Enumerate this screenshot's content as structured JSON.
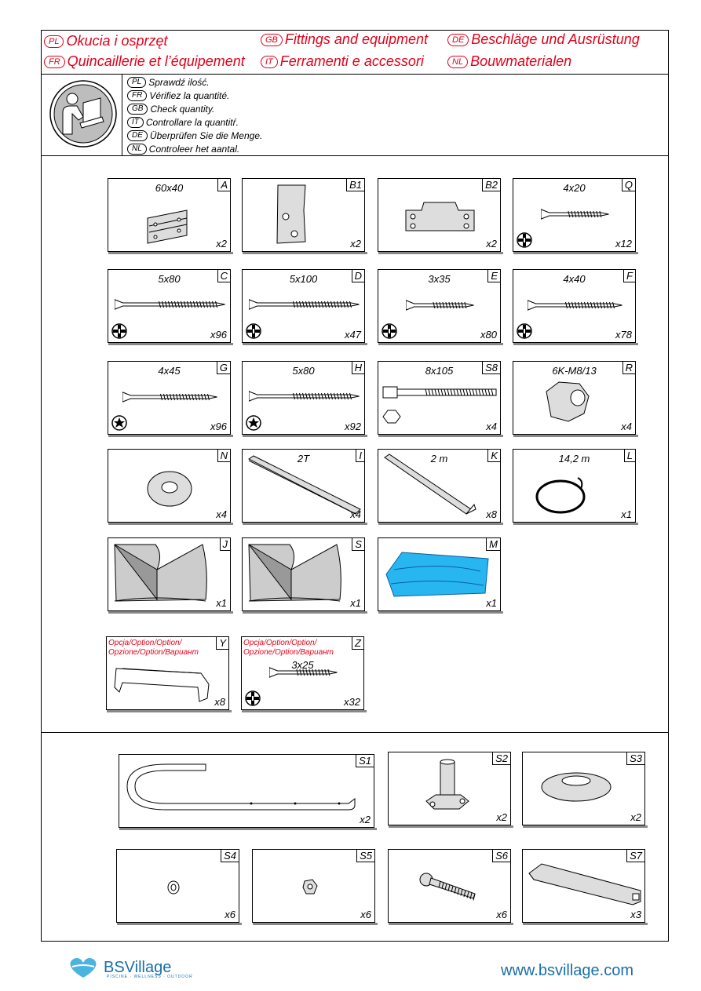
{
  "header": {
    "titles": [
      {
        "lang": "PL",
        "text": "Okucia i osprzęt"
      },
      {
        "lang": "GB",
        "text": "Fittings and equipment"
      },
      {
        "lang": "DE",
        "text": "Beschläge und Ausrüstung"
      },
      {
        "lang": "FR",
        "text": "Quincaillerie et l’équipement"
      },
      {
        "lang": "IT",
        "text": "Ferramenti e accessori"
      },
      {
        "lang": "NL",
        "text": "Bouwmaterialen"
      }
    ]
  },
  "check": [
    {
      "lang": "PL",
      "text": "Sprawdź ilość."
    },
    {
      "lang": "FR",
      "text": "Vérifiez la quantité."
    },
    {
      "lang": "GB",
      "text": "Check quantity."
    },
    {
      "lang": "IT",
      "text": "Controllare la quantitŕ."
    },
    {
      "lang": "DE",
      "text": "Überprüfen Sie die Menge."
    },
    {
      "lang": "NL",
      "text": "Controleer het aantal."
    }
  ],
  "parts": [
    {
      "id": "A",
      "size": "60x40",
      "qty": "x2",
      "art": "hinge"
    },
    {
      "id": "B1",
      "size": "",
      "qty": "x2",
      "art": "plate"
    },
    {
      "id": "B2",
      "size": "",
      "qty": "x2",
      "art": "bracket"
    },
    {
      "id": "Q",
      "size": "4x20",
      "qty": "x12",
      "art": "screw-short",
      "head": "phillips-icon"
    },
    {
      "id": "C",
      "size": "5x80",
      "qty": "x96",
      "art": "screw-long",
      "head": "phillips-icon"
    },
    {
      "id": "D",
      "size": "5x100",
      "qty": "x47",
      "art": "screw-long",
      "head": "phillips-icon"
    },
    {
      "id": "E",
      "size": "3x35",
      "qty": "x80",
      "art": "screw-short",
      "head": "phillips-icon"
    },
    {
      "id": "F",
      "size": "4x40",
      "qty": "x78",
      "art": "screw-mid",
      "head": "phillips-icon"
    },
    {
      "id": "G",
      "size": "4x45",
      "qty": "x96",
      "art": "screw-mid",
      "head": "torx-icon"
    },
    {
      "id": "H",
      "size": "5x80",
      "qty": "x92",
      "art": "screw-long",
      "head": "torx-icon"
    },
    {
      "id": "S8",
      "size": "8x105",
      "qty": "x4",
      "art": "bolt"
    },
    {
      "id": "R",
      "size": "6K-M8/13",
      "qty": "x4",
      "art": "nut"
    },
    {
      "id": "N",
      "size": "",
      "qty": "x4",
      "art": "washer"
    },
    {
      "id": "I",
      "size": "2T",
      "qty": "x4",
      "art": "rail"
    },
    {
      "id": "K",
      "size": "2 m",
      "qty": "x8",
      "art": "profile"
    },
    {
      "id": "L",
      "size": "14,2 m",
      "qty": "x1",
      "art": "cord"
    },
    {
      "id": "J",
      "size": "",
      "qty": "x1",
      "art": "liner"
    },
    {
      "id": "S",
      "size": "",
      "qty": "x1",
      "art": "liner"
    },
    {
      "id": "M",
      "size": "",
      "qty": "x1",
      "art": "cover"
    },
    {
      "id": "Y",
      "size": "",
      "qty": "x8",
      "art": "clip",
      "option": [
        "Opcja/Option/Option/",
        "Opzione/Option/Вариант"
      ]
    },
    {
      "id": "Z",
      "size": "3x25",
      "qty": "x32",
      "art": "screw-short",
      "head": "phillips-icon",
      "option": [
        "Opcja/Option/Option/",
        "Opzione/Option/Вариант"
      ]
    },
    {
      "id": "S1",
      "size": "",
      "qty": "x2",
      "art": "handrail"
    },
    {
      "id": "S2",
      "size": "",
      "qty": "x2",
      "art": "socket"
    },
    {
      "id": "S3",
      "size": "",
      "qty": "x2",
      "art": "escutcheon"
    },
    {
      "id": "S4",
      "size": "",
      "qty": "x6",
      "art": "small-washer"
    },
    {
      "id": "S5",
      "size": "",
      "qty": "x6",
      "art": "small-nut"
    },
    {
      "id": "S6",
      "size": "",
      "qty": "x6",
      "art": "small-bolt"
    },
    {
      "id": "S7",
      "size": "",
      "qty": "x3",
      "art": "step"
    }
  ],
  "footer": {
    "brand": "BSVillage",
    "brand_sub": "PISCINE · WELLNESS · OUTDOOR",
    "url": "www.bsvillage.com"
  }
}
